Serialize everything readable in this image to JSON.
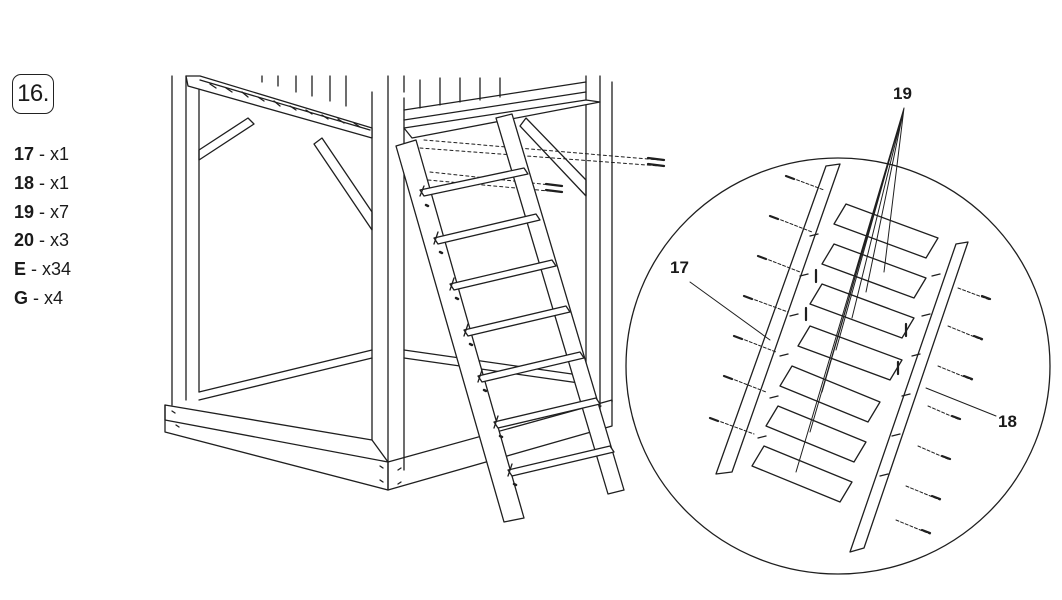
{
  "step": {
    "number": "16."
  },
  "parts": [
    {
      "id": "17",
      "sep": " - ",
      "qty": "x1"
    },
    {
      "id": "18",
      "sep": " - ",
      "qty": "x1"
    },
    {
      "id": "19",
      "sep": " - ",
      "qty": "x7"
    },
    {
      "id": "20",
      "sep": " - ",
      "qty": "x3"
    },
    {
      "id": "E",
      "sep": " - ",
      "qty": "x34"
    },
    {
      "id": "G",
      "sep": " - ",
      "qty": "x4"
    }
  ],
  "callouts": {
    "c19": "19",
    "c17": "17",
    "c18": "18"
  }
}
